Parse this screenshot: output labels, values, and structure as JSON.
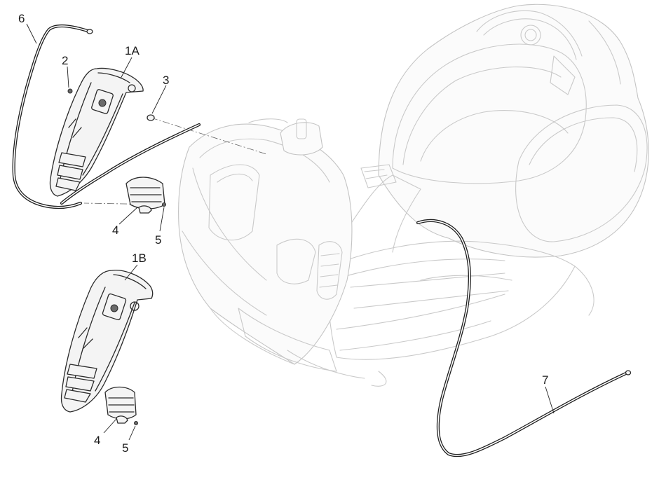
{
  "callouts": {
    "c6": "6",
    "c2": "2",
    "c1a": "1A",
    "c3": "3",
    "c4a": "4",
    "c5a": "5",
    "c1b": "1B",
    "c4b": "4",
    "c5b": "5",
    "c7": "7"
  }
}
